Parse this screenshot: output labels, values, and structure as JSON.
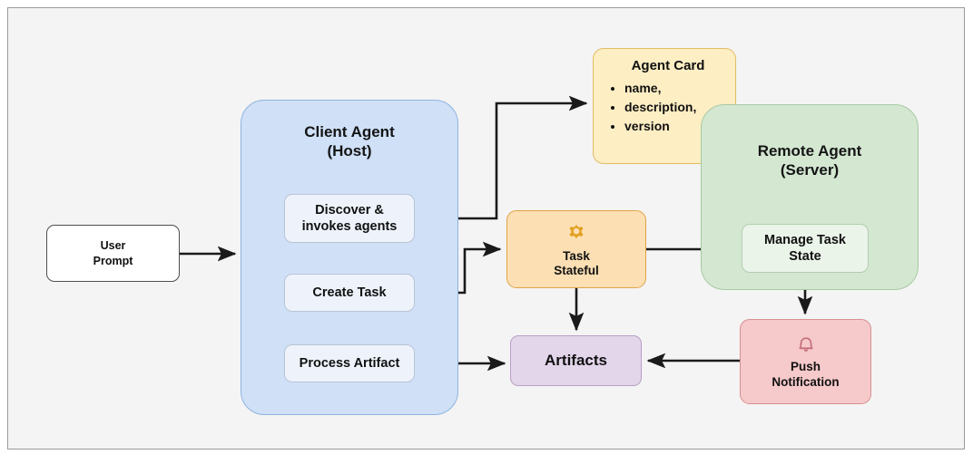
{
  "diagram": {
    "title": "A2A protocol flow diagram",
    "colors": {
      "canvas": "#f4f4f4",
      "client_container": "#cfe0f7",
      "remote_container": "#d3e7d1",
      "agent_card": "#fdeec4",
      "task_stateful": "#fcdfb3",
      "artifacts": "#e3d5ea",
      "push_notification": "#f6c9ca",
      "arrow": "#1a1a1a",
      "gear_icon": "#e0a020",
      "bell_icon": "#c4707a"
    }
  },
  "user_prompt": {
    "line1": "User",
    "line2": "Prompt"
  },
  "client_agent": {
    "title_line1": "Client Agent",
    "title_line2": "(Host)",
    "boxes": [
      {
        "line1": "Discover &",
        "line2": "invokes agents"
      },
      {
        "line1": "Create Task",
        "line2": ""
      },
      {
        "line1": "Process Artifact",
        "line2": ""
      }
    ]
  },
  "agent_card": {
    "title": "Agent Card",
    "items": [
      "name,",
      "description,",
      "version"
    ]
  },
  "task_stateful": {
    "icon": "gear-icon",
    "line1": "Task",
    "line2": "Stateful"
  },
  "remote_agent": {
    "title_line1": "Remote Agent",
    "title_line2": "(Server)",
    "boxes": [
      {
        "line1": "Manage Task",
        "line2": "State"
      }
    ]
  },
  "artifacts": {
    "label": "Artifacts"
  },
  "push_notification": {
    "icon": "bell-icon",
    "line1": "Push",
    "line2": "Notification"
  },
  "connections": [
    {
      "from": "user-prompt",
      "to": "client-agent"
    },
    {
      "from": "discover-invokes-agents",
      "to": "agent-card"
    },
    {
      "from": "create-task",
      "to": "task-stateful"
    },
    {
      "from": "task-stateful",
      "to": "manage-task-state"
    },
    {
      "from": "task-stateful",
      "to": "artifacts"
    },
    {
      "from": "process-artifact",
      "to": "artifacts"
    },
    {
      "from": "manage-task-state",
      "to": "push-notification"
    },
    {
      "from": "push-notification",
      "to": "artifacts"
    }
  ]
}
